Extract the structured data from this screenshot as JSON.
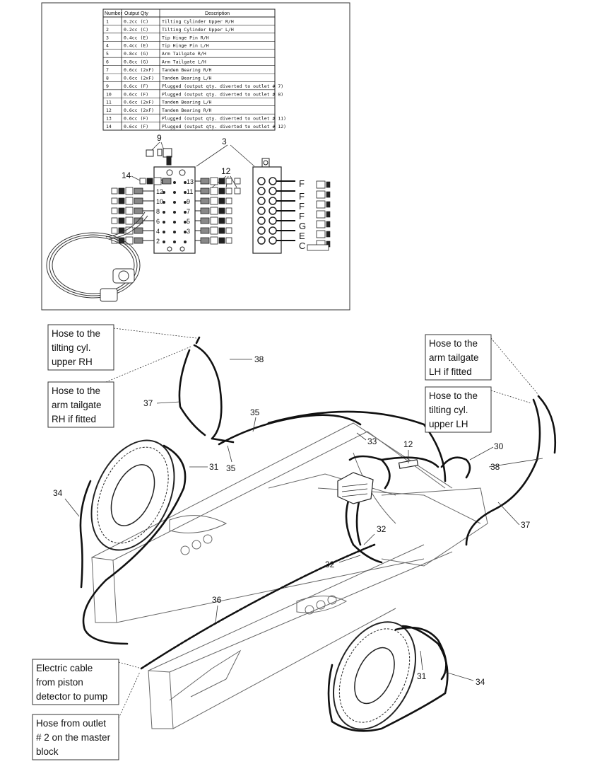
{
  "table": {
    "headers": [
      "Number",
      "Output Qty",
      "Description"
    ],
    "rows": [
      [
        "1",
        "0.2cc (C)",
        "Tilting Cylinder Upper R/H"
      ],
      [
        "2",
        "0.2cc (C)",
        "Tilting Cylinder Upper L/H"
      ],
      [
        "3",
        "0.4cc (E)",
        "Tip Hinge Pin R/H"
      ],
      [
        "4",
        "0.4cc (E)",
        "Tip Hinge Pin L/H"
      ],
      [
        "5",
        "0.8cc (G)",
        "Arm Tailgate R/H"
      ],
      [
        "6",
        "0.8cc (G)",
        "Arm Tailgate L/H"
      ],
      [
        "7",
        "0.6cc (2xF)",
        "Tandem Bearing R/H"
      ],
      [
        "8",
        "0.6cc (2xF)",
        "Tandem Bearing L/H"
      ],
      [
        "9",
        "0.6cc (F)",
        "Plugged (output qty. diverted to outlet # 7)"
      ],
      [
        "10",
        "0.6cc (F)",
        "Plugged (output qty. diverted to outlet # 8)"
      ],
      [
        "11",
        "0.6cc (2xF)",
        "Tandem Bearing L/H"
      ],
      [
        "12",
        "0.6cc (2xF)",
        "Tandem Bearing R/H"
      ],
      [
        "13",
        "0.6cc (F)",
        "Plugged (output qty. diverted to outlet # 11)"
      ],
      [
        "14",
        "0.6cc (F)",
        "Plugged (output qty. diverted to outlet # 12)"
      ]
    ]
  },
  "detail": {
    "labels": [
      "9",
      "3",
      "14",
      "12"
    ],
    "left_block_numbers": [
      "14",
      "13",
      "12",
      "11",
      "10",
      "9",
      "8",
      "7",
      "6",
      "5",
      "4",
      "3",
      "2"
    ],
    "right_block_letters": [
      "F",
      "F",
      "F",
      "F",
      "G",
      "E",
      "C"
    ]
  },
  "callouts": {
    "tilting_rh": [
      "Hose to the",
      "tilting cyl.",
      "upper RH"
    ],
    "tailgate_rh": [
      "Hose to the",
      "arm tailgate",
      "RH if fitted"
    ],
    "tailgate_lh": [
      "Hose to the",
      "arm tailgate",
      "LH if fitted"
    ],
    "tilting_lh": [
      "Hose to the",
      "tilting cyl.",
      "upper LH"
    ],
    "electric": [
      "Electric cable",
      "from piston",
      "detector to pump"
    ],
    "outlet2": [
      "Hose from outlet",
      "# 2 on the master",
      "block"
    ]
  },
  "part_numbers": {
    "n38a": "38",
    "n37a": "37",
    "n35a": "35",
    "n35b": "35",
    "n33": "33",
    "n12": "12",
    "n30": "30",
    "n38b": "38",
    "n31a": "31",
    "n34a": "34",
    "n37b": "37",
    "n32a": "32",
    "n32b": "32",
    "n36": "36",
    "n31b": "31",
    "n34b": "34"
  }
}
